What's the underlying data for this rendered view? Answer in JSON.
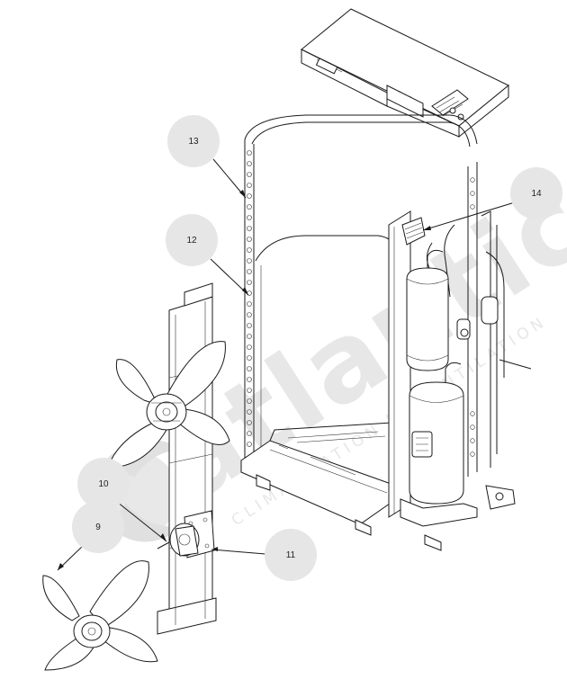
{
  "watermark": {
    "brand": "atlantic",
    "tagline": "CLIMATISATION ET VENTILATION",
    "color": "#cfcfcf"
  },
  "callouts": [
    {
      "id": "13",
      "label": "13"
    },
    {
      "id": "12",
      "label": "12"
    },
    {
      "id": "14",
      "label": "14"
    },
    {
      "id": "10",
      "label": "10"
    },
    {
      "id": "9",
      "label": "9"
    },
    {
      "id": "11",
      "label": "11"
    }
  ],
  "colors": {
    "callout_bg": "#e6e6e6",
    "line": "#1a1a1a"
  }
}
